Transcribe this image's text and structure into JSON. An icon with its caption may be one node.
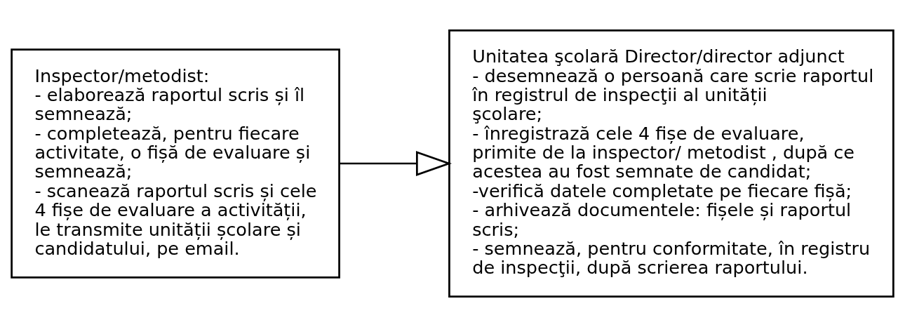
{
  "diagram": {
    "nodes": [
      {
        "text": [
          "Inspector/metodist:",
          "- elaborează raportul scris și îl semnează;",
          "- completează, pentru fiecare activitate, o fișă de evaluare și semnează;",
          "- scanează raportul scris și cele 4 fișe de evaluare a activității, le transmite unității școlare și candidatului, pe email."
        ]
      },
      {
        "text": [
          "Unitatea şcolară Director/director adjunct",
          "- desemnează o persoană care scrie raportul în registrul de inspecţii al unității şcolare;",
          "- înregistrază cele 4 fișe de evaluare, primite de la inspector/ metodist , după ce acestea au fost semnate de candidat;",
          "-verifică datele completate pe fiecare fișă;",
          "- arhivează documentele: fișele și raportul scris;",
          "- semnează, pentru conformitate, în registru de inspecţii, după scrierea raportului."
        ]
      }
    ],
    "edges": [
      {
        "from": 0,
        "to": 1,
        "arrow": "to"
      }
    ]
  }
}
